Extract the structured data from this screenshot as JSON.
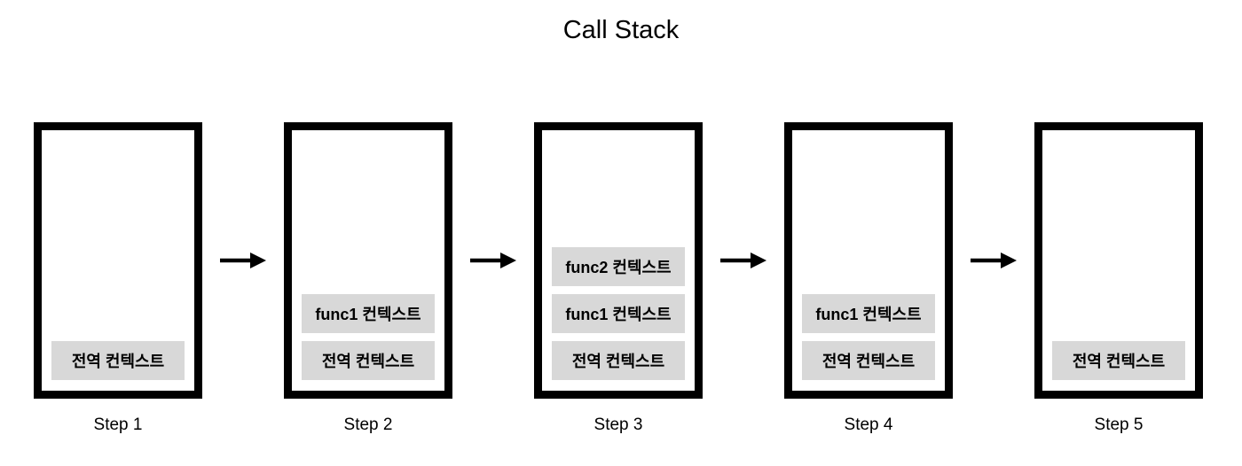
{
  "title": "Call Stack",
  "steps": [
    {
      "label": "Step 1",
      "stack": [
        "전역 컨텍스트"
      ]
    },
    {
      "label": "Step 2",
      "stack": [
        "func1 컨텍스트",
        "전역 컨텍스트"
      ]
    },
    {
      "label": "Step 3",
      "stack": [
        "func2 컨텍스트",
        "func1 컨텍스트",
        "전역 컨텍스트"
      ]
    },
    {
      "label": "Step 4",
      "stack": [
        "func1 컨텍스트",
        "전역 컨텍스트"
      ]
    },
    {
      "label": "Step 5",
      "stack": [
        "전역 컨텍스트"
      ]
    }
  ],
  "icons": {
    "arrow": "right-arrow"
  },
  "colors": {
    "ink": "#000000",
    "context_box_bg": "#d8d8d8",
    "background": "#ffffff"
  }
}
